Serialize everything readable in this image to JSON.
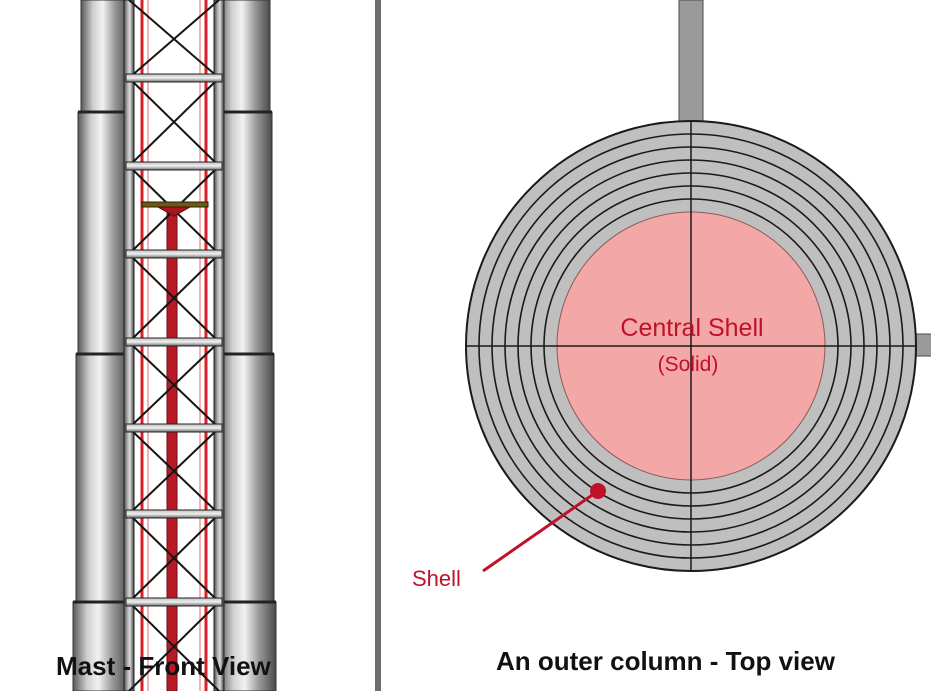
{
  "left_panel": {
    "caption": "Mast - Front View"
  },
  "right_panel": {
    "caption": "An outer column - Top view",
    "center_label": "Central Shell",
    "center_sublabel": "(Solid)",
    "callout_label": "Shell",
    "shell_ring_count": 7
  },
  "colors": {
    "shell_fill": "#bfbfbf",
    "central_fill": "#f4a7a7",
    "accent_red": "#c0102a",
    "ring_line": "#1a1a1a",
    "steel_dark": "#6f6f6f",
    "steel_light": "#d8d8d8"
  }
}
